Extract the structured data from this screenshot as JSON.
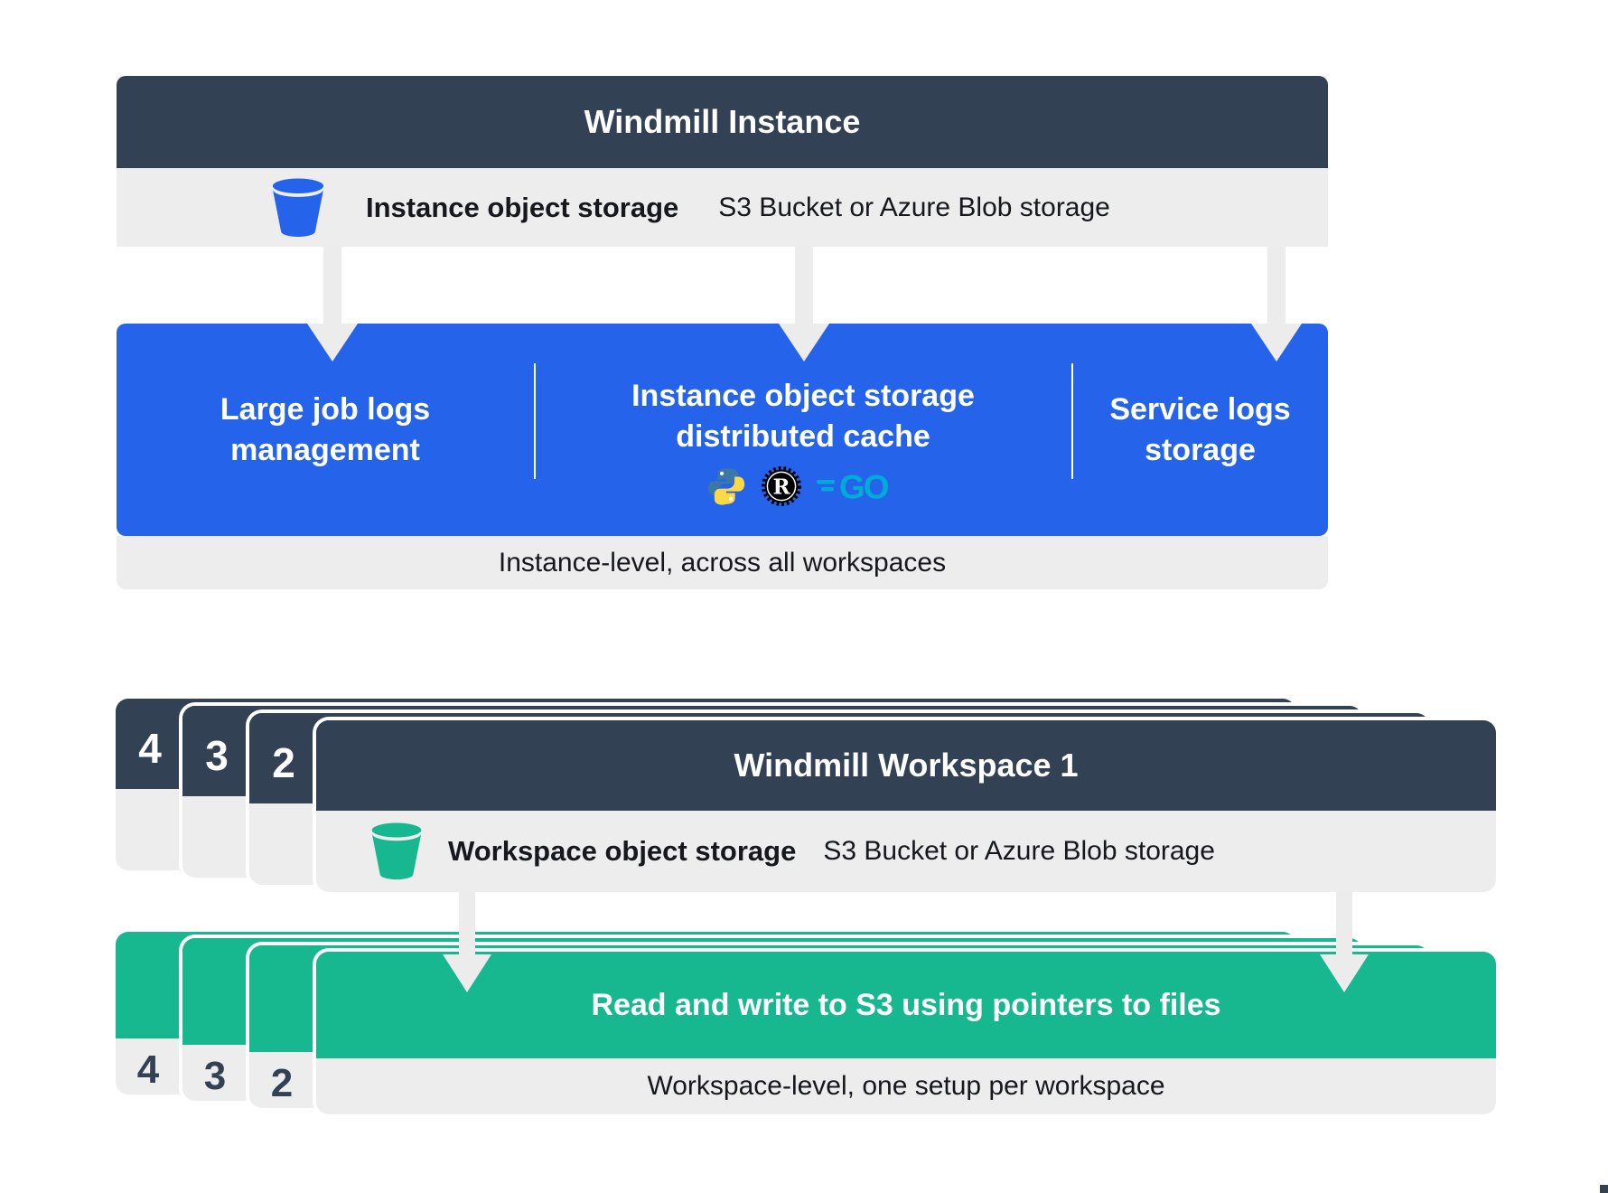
{
  "colors": {
    "slate_header": "#334155",
    "blue_accent": "#2563eb",
    "green_accent": "#17b890",
    "bar_gray": "#ededed",
    "arrow_gray": "#ececec",
    "text_dark": "#16181d",
    "python_blue": "#3b77a8",
    "python_yellow": "#ffd845",
    "rust_black": "#000000",
    "go_cyan": "#00acd7"
  },
  "instance": {
    "title": "Windmill Instance",
    "storage": {
      "icon": "bucket-icon",
      "label": "Instance object storage",
      "detail": "S3 Bucket or Azure Blob storage"
    },
    "features": [
      {
        "line1": "Large job logs",
        "line2": "management"
      },
      {
        "line1": "Instance object storage",
        "line2": "distributed cache",
        "icons": [
          "python-icon",
          "rust-icon",
          "go-icon"
        ]
      },
      {
        "line1": "Service logs",
        "line2": "storage"
      }
    ],
    "caption": "Instance-level, across all workspaces"
  },
  "workspace": {
    "stack_numbers": [
      "4",
      "3",
      "2"
    ],
    "title": "Windmill Workspace 1",
    "storage": {
      "icon": "bucket-icon",
      "label": "Workspace object storage",
      "detail": "S3 Bucket or Azure Blob storage"
    },
    "action": "Read and write to S3 using pointers to files",
    "caption": "Workspace-level, one setup per workspace"
  }
}
